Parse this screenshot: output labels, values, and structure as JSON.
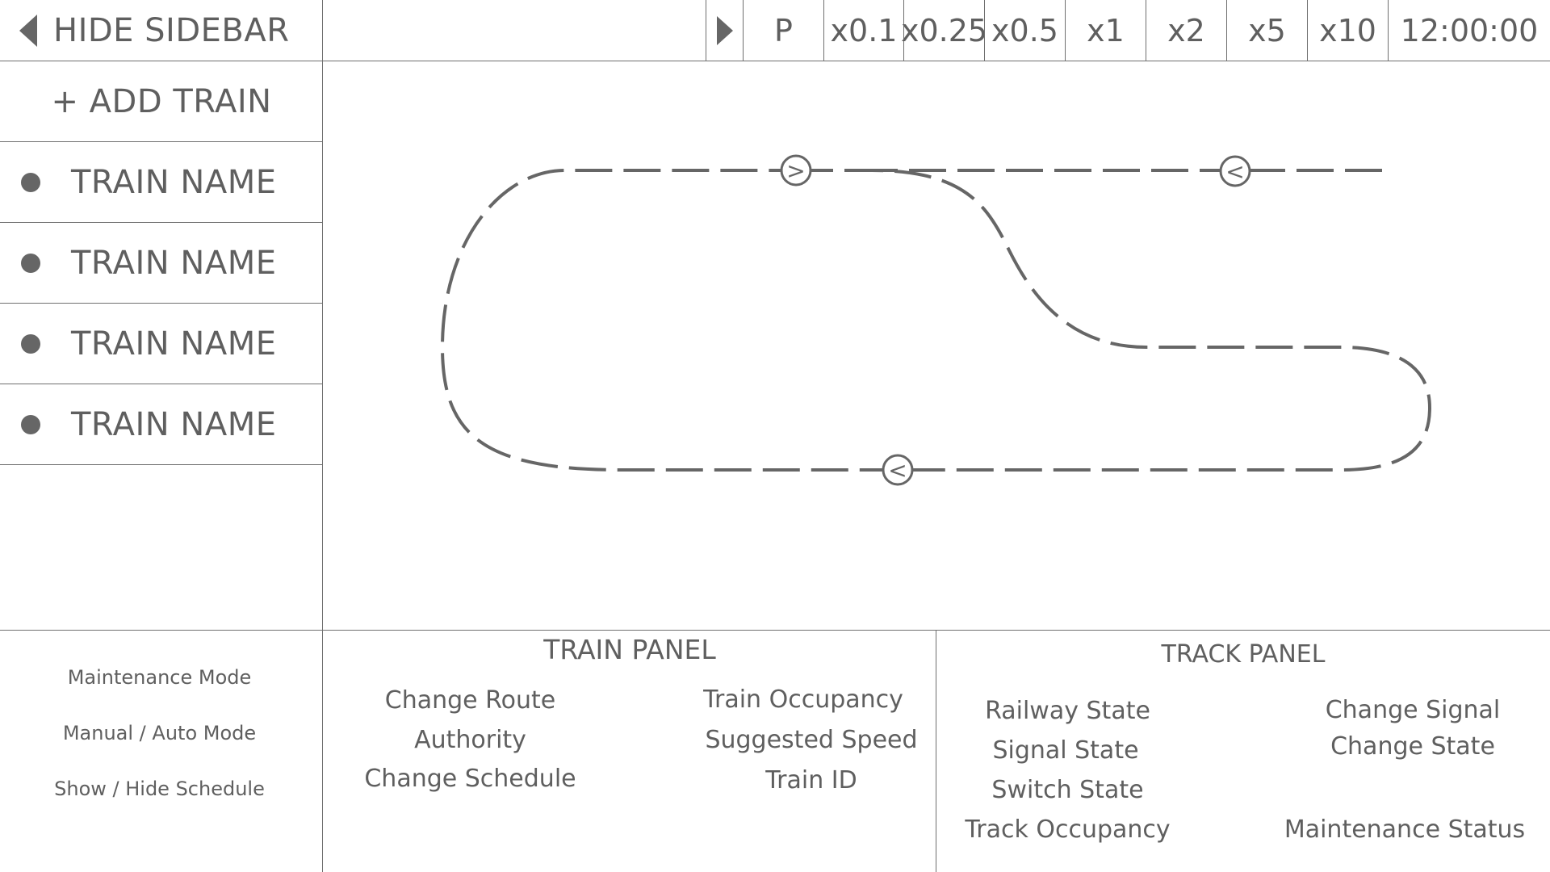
{
  "sidebar": {
    "hide_label": "HIDE SIDEBAR",
    "add_train_label": "+ ADD TRAIN",
    "trains": [
      "TRAIN NAME",
      "TRAIN NAME",
      "TRAIN NAME",
      "TRAIN NAME"
    ]
  },
  "toolbar": {
    "pause_label": "P",
    "speeds": [
      "x0.1",
      "x0.25",
      "x0.5",
      "x1",
      "x2",
      "x5",
      "x10"
    ],
    "clock": "12:00:00"
  },
  "map": {
    "signals": [
      ">",
      "<",
      "<"
    ]
  },
  "bottom_left": {
    "maintenance_mode": "Maintenance Mode",
    "manual_auto_mode": "Manual / Auto Mode",
    "show_hide_schedule": "Show / Hide Schedule"
  },
  "train_panel": {
    "title": "TRAIN PANEL",
    "change_route": "Change Route",
    "authority": "Authority",
    "change_schedule": "Change Schedule",
    "train_occupancy": "Train Occupancy",
    "suggested_speed": "Suggested Speed",
    "train_id": "Train ID"
  },
  "track_panel": {
    "title": "TRACK PANEL",
    "railway_state": "Railway State",
    "signal_state": "Signal State",
    "switch_state": "Switch State",
    "track_occupancy": "Track Occupancy",
    "change_signal": "Change Signal",
    "change_state": "Change State",
    "maintenance_status": "Maintenance Status"
  },
  "colors": {
    "line": "#666666",
    "text": "#5f5f5f",
    "border": "#6f6f6f"
  },
  "icons": {
    "hide": "triangle-left-icon",
    "play": "triangle-right-icon",
    "train": "dot-icon"
  }
}
